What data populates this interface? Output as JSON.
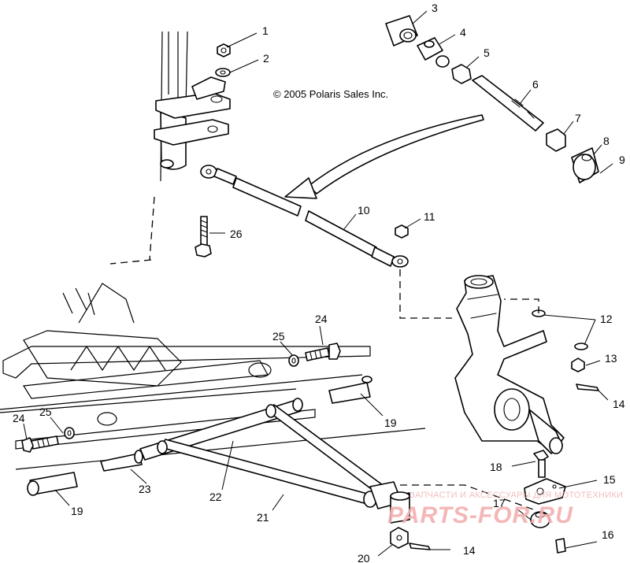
{
  "copyright": "© 2005 Polaris Sales Inc.",
  "watermark": {
    "tagline": "ЗАПЧАСТИ И АКСЕССУАРЫ ДЛЯ МОТОТЕХНИКИ",
    "site": "PARTS-FOR.RU",
    "color": "#f3b0b0"
  },
  "callouts": {
    "c1": "1",
    "c2": "2",
    "c3": "3",
    "c4": "4",
    "c5": "5",
    "c6": "6",
    "c7": "7",
    "c8": "8",
    "c9": "9",
    "c10": "10",
    "c11": "11",
    "c12": "12",
    "c13": "13",
    "c14a": "14",
    "c14b": "14",
    "c15": "15",
    "c16": "16",
    "c17": "17",
    "c18": "18",
    "c19a": "19",
    "c19b": "19",
    "c20": "20",
    "c21": "21",
    "c22": "22",
    "c23": "23",
    "c24a": "24",
    "c24b": "24",
    "c25a": "25",
    "c25b": "25",
    "c26": "26"
  }
}
